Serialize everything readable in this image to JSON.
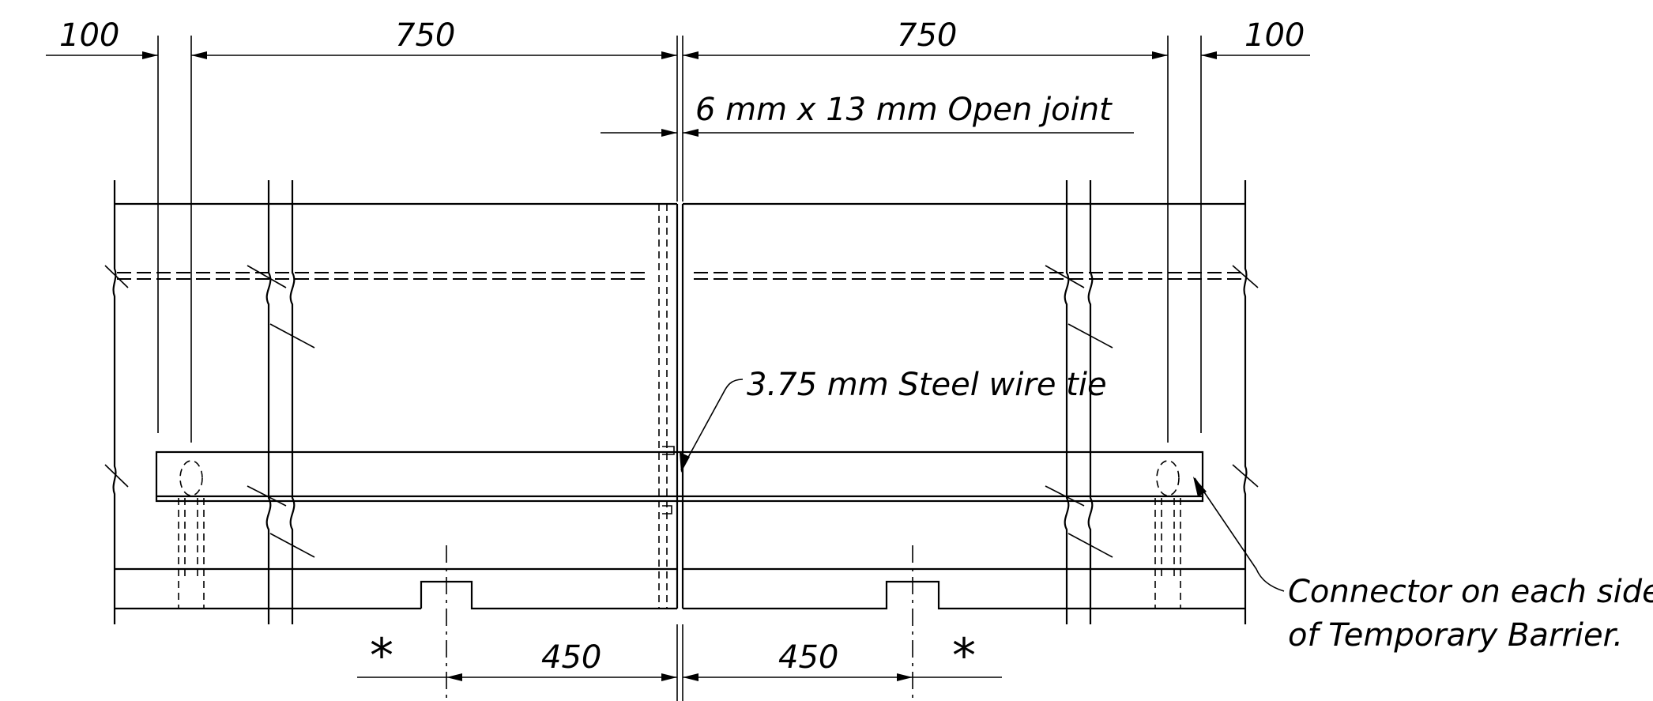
{
  "dimensions": {
    "top_left_edge": "100",
    "top_left_span": "750",
    "top_right_span": "750",
    "top_right_edge": "100",
    "bottom_left_span": "450",
    "bottom_right_span": "450",
    "asterisk": "*"
  },
  "notes": {
    "open_joint": "6 mm x 13 mm Open joint",
    "wire_tie": "3.75 mm Steel wire tie",
    "connector_line1": "Connector on each side",
    "connector_line2": "of Temporary Barrier."
  }
}
